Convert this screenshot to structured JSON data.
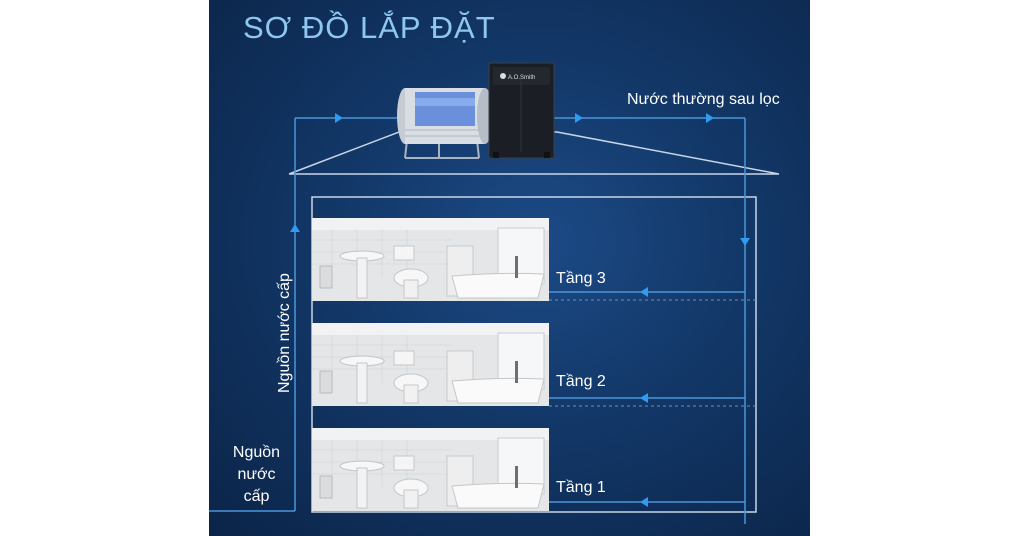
{
  "title": "SƠ ĐỒ LẮP ĐẶT",
  "filtered_water_label": "Nước thường sau lọc",
  "supply_vertical_label": "Nguồn nước cấp",
  "supply_source_lines": [
    "Nguồn",
    "nước",
    "cấp"
  ],
  "floors": [
    {
      "label": "Tầng 3"
    },
    {
      "label": "Tầng 2"
    },
    {
      "label": "Tầng 1"
    }
  ],
  "filter_brand": "A.O.Smith",
  "colors": {
    "background": "#123767",
    "title": "#8ec7f0",
    "pipe": "#4a95d8",
    "arrow": "#2f9cf2",
    "text": "#ffffff"
  },
  "icons": [
    "water-tank-icon",
    "water-filter-icon",
    "bathroom-image"
  ]
}
